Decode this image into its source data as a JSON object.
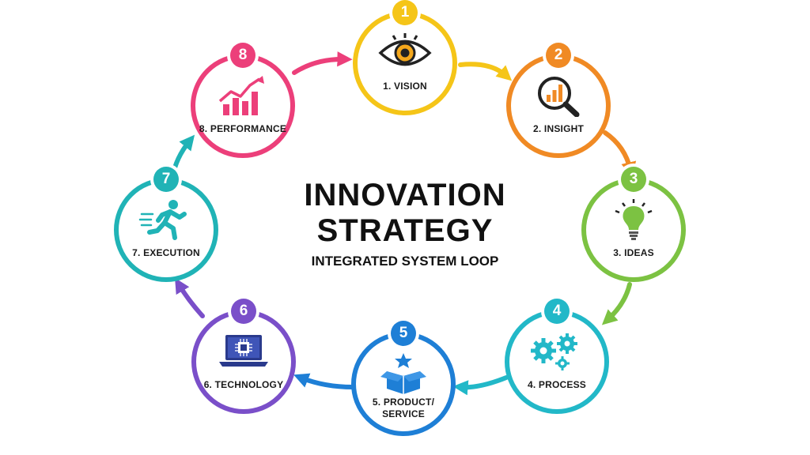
{
  "title": {
    "line1": "INNOVATION",
    "line2": "STRATEGY",
    "subtitle": "INTEGRATED SYSTEM LOOP"
  },
  "steps": [
    {
      "number": "1",
      "label": "1. VISION",
      "icon": "eye-icon",
      "color": "#F5C518"
    },
    {
      "number": "2",
      "label": "2. INSIGHT",
      "icon": "magnifier-chart-icon",
      "color": "#F08A24"
    },
    {
      "number": "3",
      "label": "3. IDEAS",
      "icon": "lightbulb-icon",
      "color": "#7CC242"
    },
    {
      "number": "4",
      "label": "4. PROCESS",
      "icon": "gears-icon",
      "color": "#22B8C8"
    },
    {
      "number": "5",
      "label": "5. PRODUCT/\nSERVICE",
      "icon": "box-star-icon",
      "color": "#1E7FD6"
    },
    {
      "number": "6",
      "label": "6. TECHNOLOGY",
      "icon": "laptop-chip-icon",
      "color": "#7A4FC9"
    },
    {
      "number": "7",
      "label": "7. EXECUTION",
      "icon": "runner-icon",
      "color": "#20B3B6"
    },
    {
      "number": "8",
      "label": "8. PERFORMANCE",
      "icon": "growth-chart-icon",
      "color": "#EC3F7A"
    }
  ]
}
